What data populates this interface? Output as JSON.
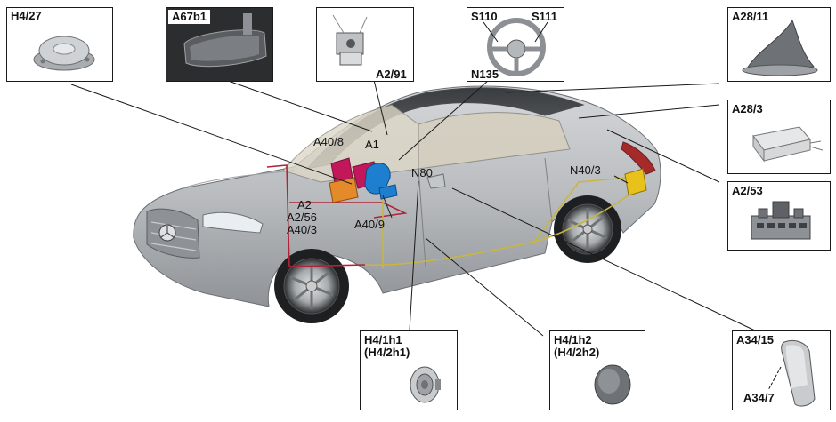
{
  "components": {
    "h4_27": "H4/27",
    "a67b1": "A67b1",
    "a2_91": "A2/91",
    "s110": "S110",
    "s111": "S111",
    "n135": "N135",
    "a28_11": "A28/11",
    "a28_3": "A28/3",
    "a2_53": "A2/53",
    "a34_15": "A34/15",
    "a34_7": "A34/7",
    "h4_1h1": "H4/1h1",
    "h4_2h1": "(H4/2h1)",
    "h4_1h2": "H4/1h2",
    "h4_2h2": "(H4/2h2)",
    "a40_8": "A40/8",
    "a1": "A1",
    "n80": "N80",
    "a2": "A2",
    "a2_56": "A2/56",
    "a40_3": "A40/3",
    "a40_9": "A40/9",
    "n40_3": "N40/3"
  },
  "colors": {
    "car_body": "#b9bcbf",
    "magenta_unit": "#c2185b",
    "blue_unit": "#1e7fd0",
    "orange_unit": "#e58a2b",
    "yellow_unit": "#e8c21a",
    "harness_red": "#b0243a",
    "harness_yellow": "#c9b640"
  }
}
